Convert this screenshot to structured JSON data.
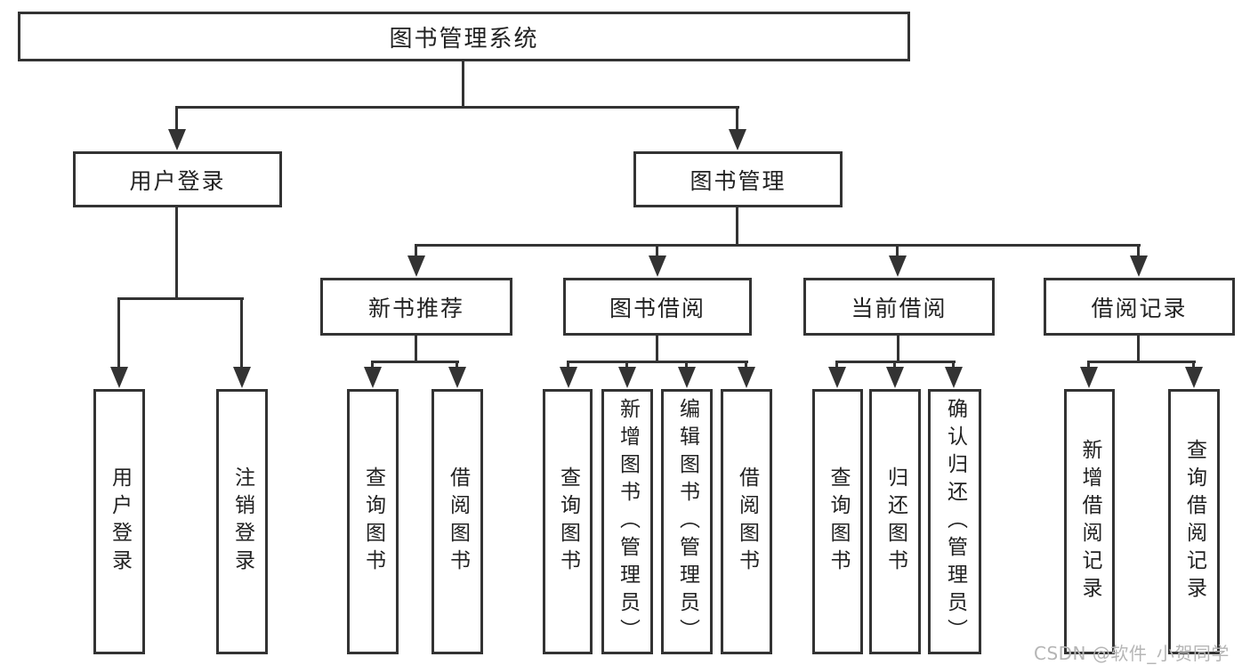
{
  "diagram": {
    "title": "图书管理系统",
    "watermark": "CSDN @软件_小贺同学",
    "colors": {
      "line": "#333333",
      "box_border": "#333333",
      "text": "#222222",
      "watermark_text": "#b5b5b5",
      "background": "#ffffff"
    },
    "nodes": {
      "root": {
        "label": "图书管理系统"
      },
      "user_login": {
        "label": "用户登录"
      },
      "book_mgmt": {
        "label": "图书管理"
      },
      "new_book_rec": {
        "label": "新书推荐"
      },
      "book_borrow": {
        "label": "图书借阅"
      },
      "current_borrow": {
        "label": "当前借阅"
      },
      "borrow_records": {
        "label": "借阅记录"
      },
      "leaf_user_login": {
        "label": "用户登录"
      },
      "leaf_logout": {
        "label": "注销登录"
      },
      "leaf_rec_query_books": {
        "label": "查询图书"
      },
      "leaf_rec_borrow_books": {
        "label": "借阅图书"
      },
      "leaf_bor_query_books": {
        "label": "查询图书"
      },
      "leaf_bor_add_books": {
        "label": "新增图书（管理员）"
      },
      "leaf_bor_edit_books": {
        "label": "编辑图书（管理员）"
      },
      "leaf_bor_borrow_books": {
        "label": "借阅图书"
      },
      "leaf_cur_query_books": {
        "label": "查询图书"
      },
      "leaf_cur_return_books": {
        "label": "归还图书"
      },
      "leaf_cur_confirm_return": {
        "label": "确认归还（管理员）"
      },
      "leaf_rec_add_record": {
        "label": "新增借阅记录"
      },
      "leaf_rec_query_record": {
        "label": "查询借阅记录"
      }
    }
  }
}
